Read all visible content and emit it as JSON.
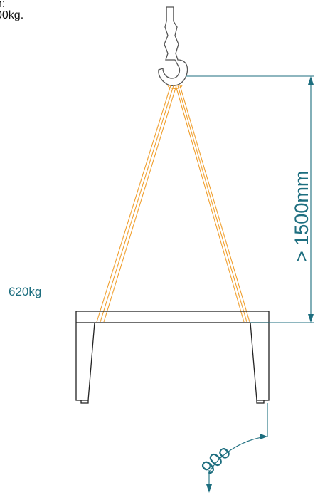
{
  "caption": {
    "line1": "n:",
    "line2": "00kg."
  },
  "load_label": "620kg",
  "height_label": "> 1500mm",
  "angle_label": "90o",
  "colors": {
    "sling": "#f0a030",
    "dimension": "#1d6e7f",
    "outline": "#222222"
  }
}
